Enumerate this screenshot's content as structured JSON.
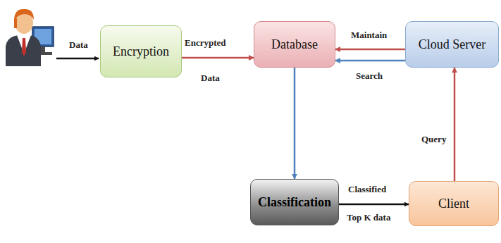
{
  "diagram": {
    "nodes": [
      {
        "text": [
          "Encryption"
        ]
      },
      {
        "text": [
          "Database"
        ]
      },
      {
        "text": [
          "Cloud Server"
        ]
      },
      {
        "text": [
          "Classification"
        ]
      },
      {
        "text": [
          "Client"
        ]
      }
    ],
    "edges": [
      {
        "from": 0,
        "to": 1,
        "label": "Encrypted",
        "arrow": "to"
      },
      {
        "from": 2,
        "to": 1,
        "label": "Maintain",
        "arrow": "to"
      },
      {
        "from": 2,
        "to": 1,
        "label": "Search",
        "arrow": "to"
      },
      {
        "from": 1,
        "to": 3,
        "arrow": "to"
      },
      {
        "from": 3,
        "to": 4,
        "label": "Classified",
        "arrow": "to"
      },
      {
        "from": 4,
        "to": 2,
        "label": "Query",
        "arrow": "to"
      }
    ],
    "labels": [
      "Data",
      "Data",
      "Top K data"
    ]
  }
}
